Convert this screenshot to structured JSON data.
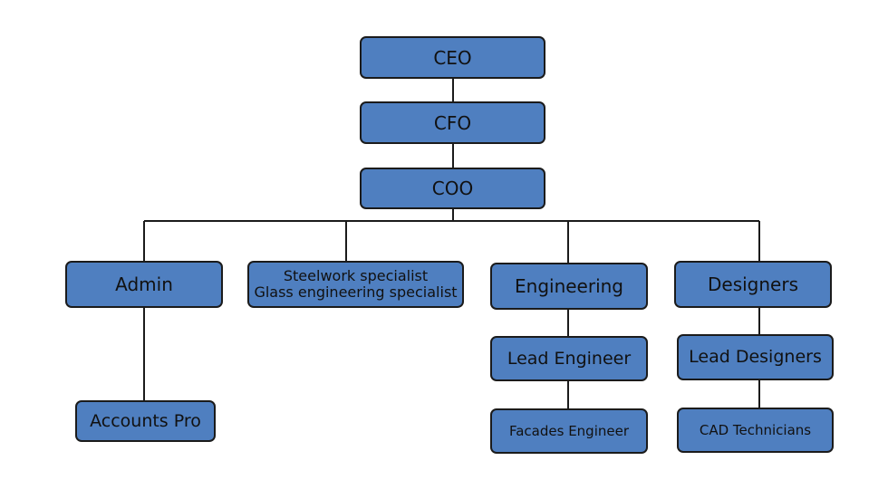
{
  "org_chart": {
    "ceo": "CEO",
    "cfo": "CFO",
    "coo": "COO",
    "admin": "Admin",
    "specialists": [
      "Steelwork specialist",
      "Glass engineering specialist"
    ],
    "engineering": "Engineering",
    "designers": "Designers",
    "accounts_pro": "Accounts Pro",
    "lead_engineer": "Lead Engineer",
    "facades_engineer": "Facades Engineer",
    "lead_designers": "Lead Designers",
    "cad_technicians": "CAD Technicians"
  },
  "colors": {
    "box_fill": "#4f7fc0",
    "box_border": "#1b1b1b",
    "connector": "#1b1b1b"
  }
}
